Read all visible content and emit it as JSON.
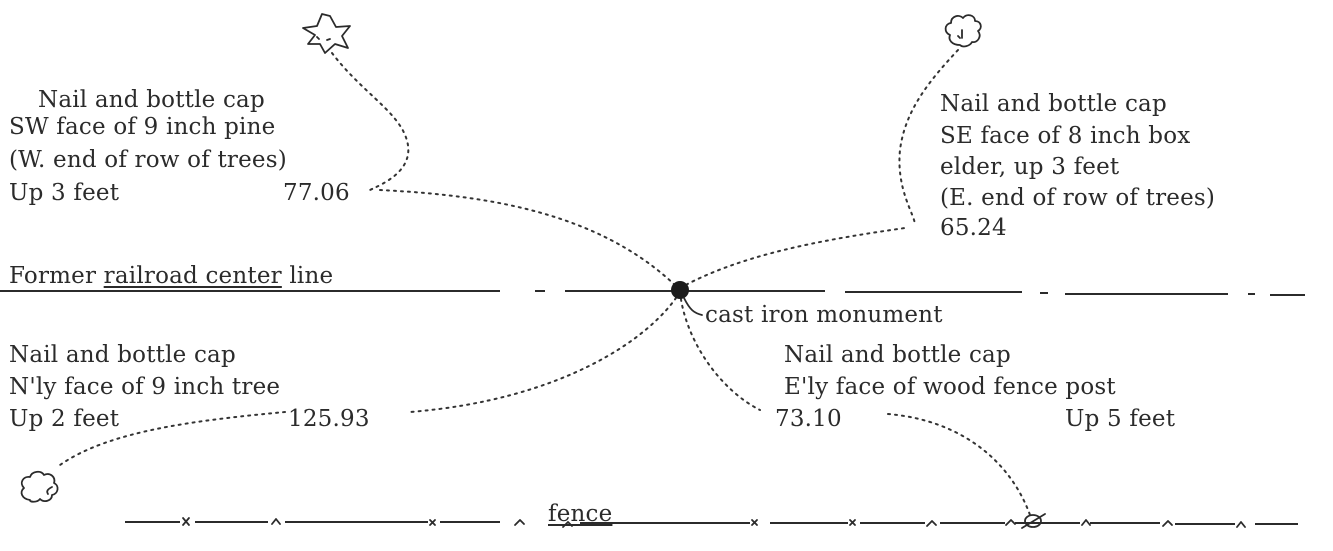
{
  "ties": {
    "nw": {
      "lines": [
        "Nail and bottle cap",
        "SW face of 9 inch pine",
        "(W. end of row of trees)",
        "Up 3 feet"
      ],
      "distance": "77.06"
    },
    "ne": {
      "lines": [
        "Nail and bottle cap",
        "SE face of 8 inch box",
        "elder, up 3 feet",
        "(E. end of row of trees)"
      ],
      "distance": "65.24"
    },
    "sw": {
      "lines": [
        "Nail and bottle cap",
        "N'ly face of 9 inch tree",
        "Up 2 feet"
      ],
      "distance": "125.93"
    },
    "se": {
      "lines": [
        "Nail and bottle cap",
        "E'ly face of wood fence post"
      ],
      "extra": "Up 5 feet",
      "distance": "73.10"
    }
  },
  "railroad": {
    "prefix": "Former ",
    "underlined": "railroad center",
    "suffix": " line"
  },
  "monument_label": "cast iron monument",
  "fence_label": "fence",
  "icons": {
    "tree_nw": "pine-tree-icon",
    "tree_ne": "box-elder-tree-icon",
    "tree_sw": "tree-icon",
    "fence_post": "fence-post-icon",
    "monument": "monument-dot-icon"
  }
}
